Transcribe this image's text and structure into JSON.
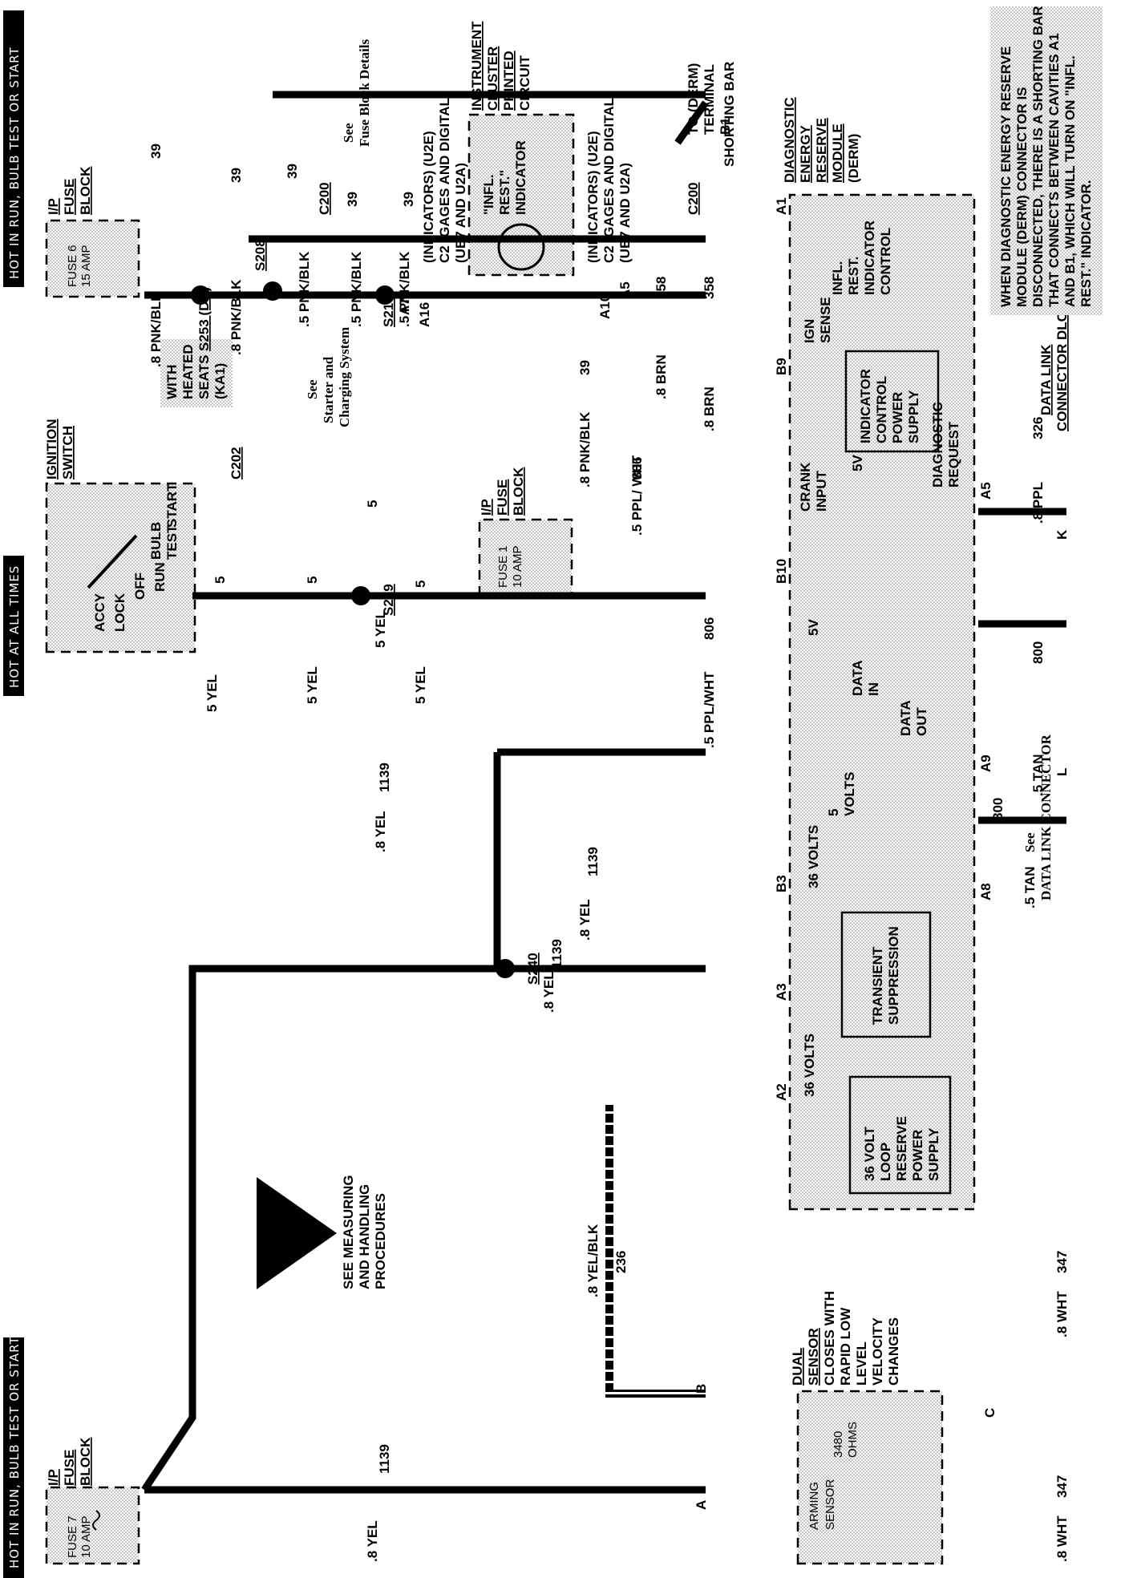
{
  "headers": {
    "left": "HOT IN RUN, BULB TEST OR START",
    "middle": "HOT AT ALL TIMES",
    "right": "HOT IN RUN, BULB TEST OR START"
  },
  "fuse_blocks": {
    "fuse7": {
      "title": [
        "I/P",
        "FUSE",
        "BLOCK"
      ],
      "fuse": "FUSE 7",
      "rating": "10 AMP"
    },
    "fuse1": {
      "title": [
        "I/P",
        "FUSE",
        "BLOCK"
      ],
      "fuse": "FUSE 1",
      "rating": "10 AMP"
    },
    "fuse6": {
      "title": [
        "I/P",
        "FUSE",
        "BLOCK"
      ],
      "fuse": "FUSE 6",
      "rating": "15 AMP"
    }
  },
  "ignition_switch": {
    "title": [
      "IGNITION",
      "SWITCH"
    ],
    "positions": [
      "ACCY",
      "LOCK",
      "OFF",
      "RUN",
      "BULB",
      "TEST",
      "START"
    ]
  },
  "dual_sensor": {
    "title": [
      "DUAL",
      "SENSOR",
      "CLOSES WITH",
      "RAPID LOW",
      "LEVEL",
      "VELOCITY",
      "CHANGES"
    ],
    "arming": [
      "ARMING",
      "SENSOR"
    ],
    "resistor": [
      "3480",
      "OHMS"
    ]
  },
  "esd_note": [
    "SEE MEASURING",
    "AND HANDLING",
    "PROCEDURES"
  ],
  "derm": {
    "title": [
      "DIAGNOSTIC",
      "ENERGY",
      "RESERVE",
      "MODULE",
      "(DERM)"
    ],
    "blocks": {
      "power_supply": [
        "36 VOLT",
        "LOOP",
        "RESERVE",
        "POWER",
        "SUPPLY"
      ],
      "transient": [
        "TRANSIENT",
        "SUPPRESSION"
      ],
      "indicator_power": [
        "INDICATOR",
        "CONTROL",
        "POWER",
        "SUPPLY"
      ]
    },
    "labels": {
      "volts36": "36 VOLTS",
      "volts36b": "36 VOLTS",
      "volts5": [
        "5",
        "VOLTS"
      ],
      "v5a": "5V",
      "v5b": "5V",
      "data_in": [
        "DATA",
        "IN"
      ],
      "data_out": [
        "DATA",
        "OUT"
      ],
      "crank": [
        "CRANK",
        "INPUT"
      ],
      "diag_req": [
        "DIAGNOSTIC",
        "REQUEST"
      ],
      "ign_sense": [
        "IGN",
        "SENSE"
      ],
      "infl": [
        "INFL.",
        "REST.",
        "INDICATOR",
        "CONTROL"
      ]
    },
    "pins": [
      "A2",
      "A3",
      "B3",
      "A8",
      "A9",
      "B10",
      "A5",
      "B9",
      "A1"
    ]
  },
  "cluster": {
    "title": [
      "INSTRUMENT",
      "CLUSTER",
      "PRINTED",
      "CIRCUIT"
    ],
    "indicator": [
      "\"INFL.",
      "REST.\"",
      "INDICATOR"
    ],
    "connector_left": [
      "(INDICATORS) (U2E)",
      "C2 (GAGES AND DIGITAL)",
      "(UB7 AND U2A)"
    ],
    "connector_right": [
      "(INDICATORS) (U2E)",
      "C2 (GAGES AND DIGITAL)",
      "(UB7 AND U2A)"
    ],
    "pins": [
      "A7",
      "A16",
      "A10",
      "A5"
    ]
  },
  "terminal_note": [
    "TO (DERM)",
    "TERMINAL",
    "B1"
  ],
  "shorting_bar": "SHORTING BAR",
  "dlc": [
    "DATA LINK",
    "CONNECTOR DLC"
  ],
  "dlc_pins": [
    "K",
    "L"
  ],
  "see_dlc": [
    "See",
    "DATA LINK CONNECTOR"
  ],
  "see_starter": [
    "See",
    "Starter and",
    "Charging System"
  ],
  "see_fuse_block": [
    "See",
    "Fuse Block Details"
  ],
  "heated_seats": [
    "WITH",
    "HEATED",
    "SEATS",
    "(KA1)"
  ],
  "warning_note": [
    "WHEN DIAGNOSTIC ENERGY RESERVE",
    "MODULE (DERM) CONNECTOR IS",
    "DISCONNECTED, THERE IS A SHORTING BAR",
    "THAT CONNECTS BETWEEN CAVITIES A1",
    "AND B1, WHICH WILL TURN ON \"INFL.",
    "REST.\" INDICATOR."
  ],
  "splices": [
    "S240",
    "S219",
    "S253 (DC)",
    "S208",
    "S216"
  ],
  "connectors": [
    "C202",
    "C200",
    "C200",
    "A",
    "B",
    "C"
  ],
  "wire_labels": {
    "w1139a": ".8 YEL",
    "w1139a_num": "1139",
    "w1139b": ".8 YEL",
    "w1139b_num": "1139",
    "w1139c": ".8 YEL",
    "w1139c_num": "1139",
    "w1139d": ".8 YEL",
    "w1139d_num": "1139",
    "w236": ".8 YEL/BLK",
    "w236_num": "236",
    "w347a": ".8 WHT",
    "w347a_num": "347",
    "w347b": ".8 WHT",
    "w347b_num": "347",
    "w5a": "5 YEL",
    "w5a_num": "5",
    "w5b": "5 YEL",
    "w5b_num": "5",
    "w5c": "5 YEL",
    "w5c_num": "5",
    "w5d": "5 YEL",
    "w5d_num": "5",
    "w806a": ".5 PPL/WHT",
    "w806a_num": "806",
    "w806b": ".5 PPL/ WHT",
    "w806b_num": "806",
    "w800a": ".5 TAN",
    "w800a_num": "800",
    "w800b": ".5 TAN",
    "w800b_num": "800",
    "w326": ".8 PPL",
    "w326_num": "326",
    "w39a": ".8 PNK/BLK",
    "w39a_num": "39",
    "w39b": ".8 PNK/BLK",
    "w39b_num": "39",
    "w39c": ".5 PNK/BLK",
    "w39c_num": "39",
    "w39d": ".5 PNK/BLK",
    "w39d_num": "39",
    "w39e": ".5 PNK/BLK",
    "w39e_num": "39",
    "w39f": ".8 PNK/BLK",
    "w39f_num": "39",
    "w358a": ".8 BRN",
    "w358a_num": "358",
    "w358b": ".8 BRN",
    "w358b_num": "358"
  }
}
